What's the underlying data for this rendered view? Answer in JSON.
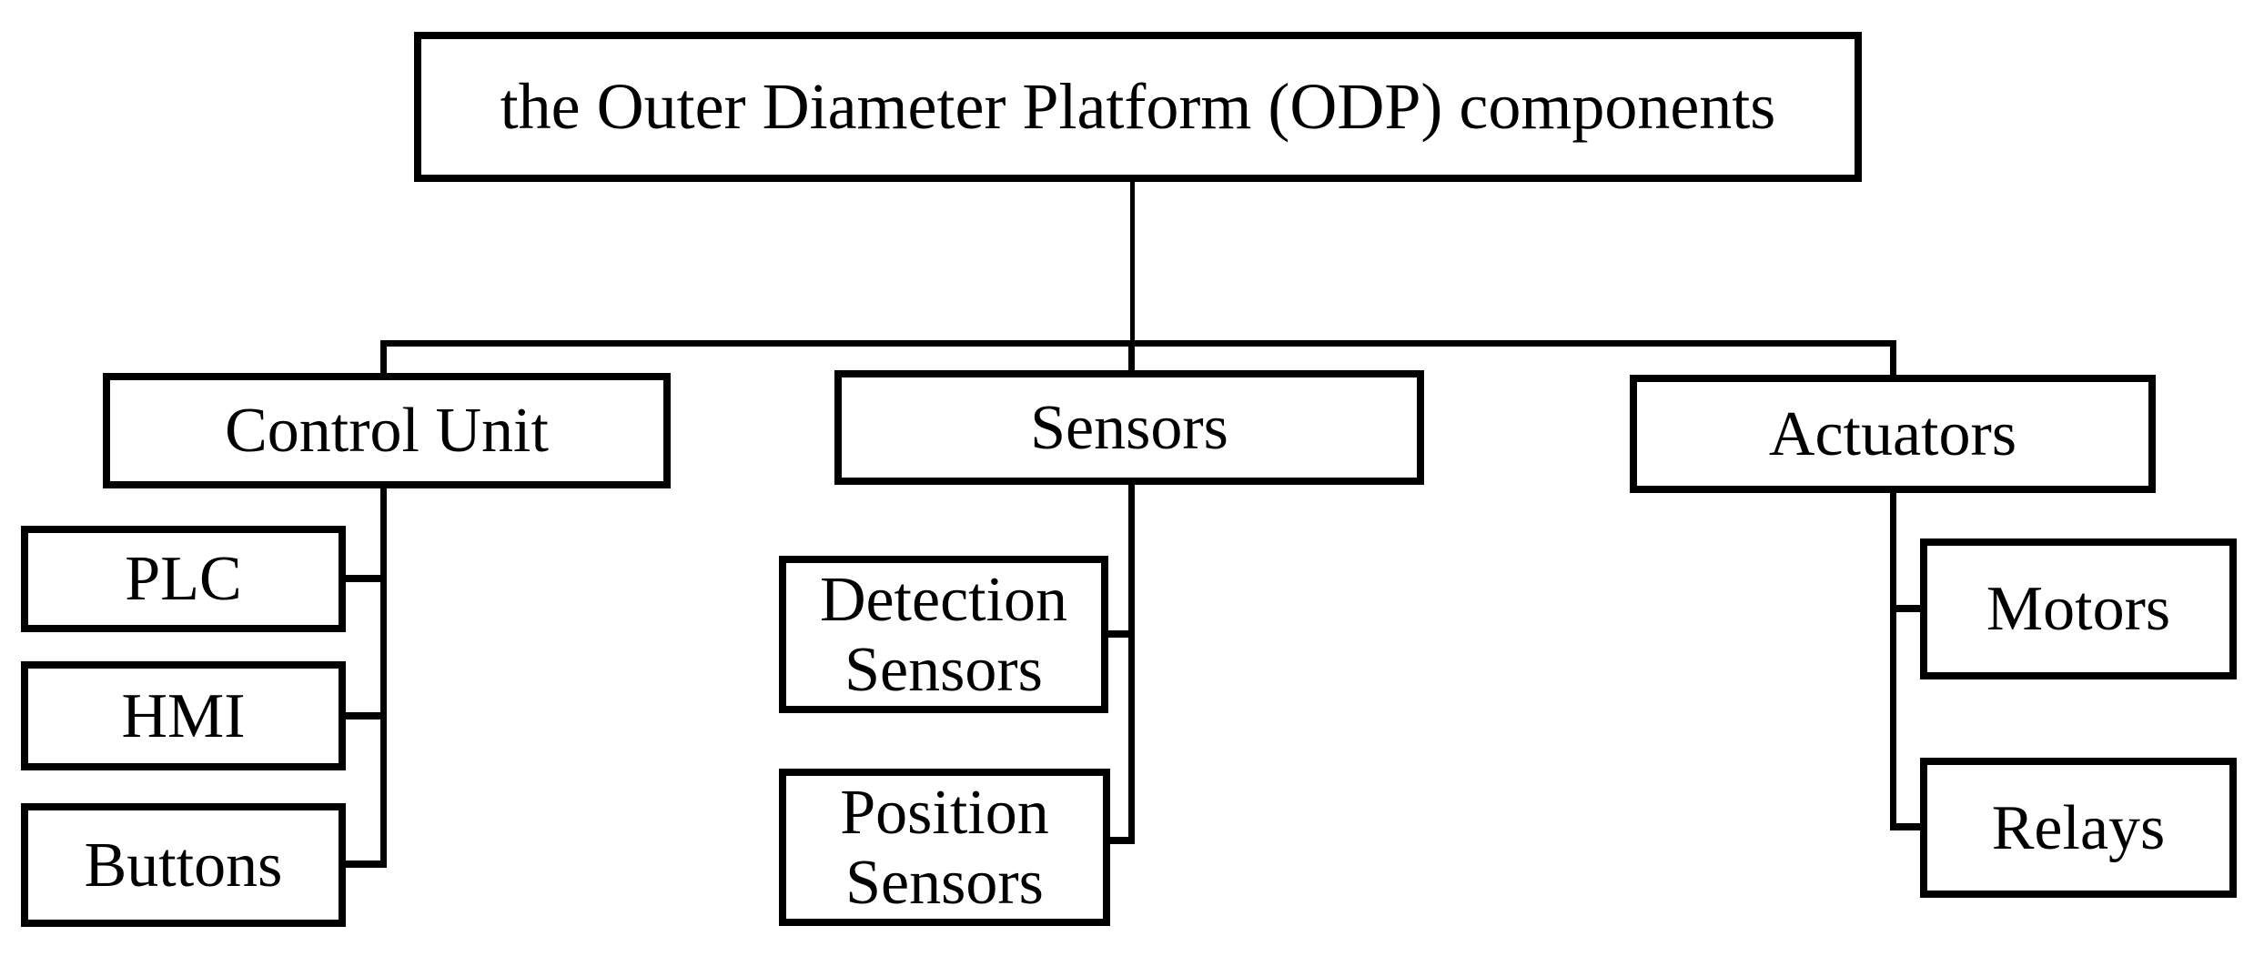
{
  "diagram": {
    "title": "the Outer Diameter Platform (ODP) components",
    "branches": [
      {
        "label": "Control Unit",
        "children": [
          "PLC",
          "HMI",
          "Buttons"
        ]
      },
      {
        "label": "Sensors",
        "children": [
          "Detection Sensors",
          "Position Sensors"
        ]
      },
      {
        "label": "Actuators",
        "children": [
          "Motors",
          "Relays"
        ]
      }
    ],
    "colors": {
      "line": "#000000",
      "background": "#ffffff",
      "text": "#000000"
    }
  }
}
